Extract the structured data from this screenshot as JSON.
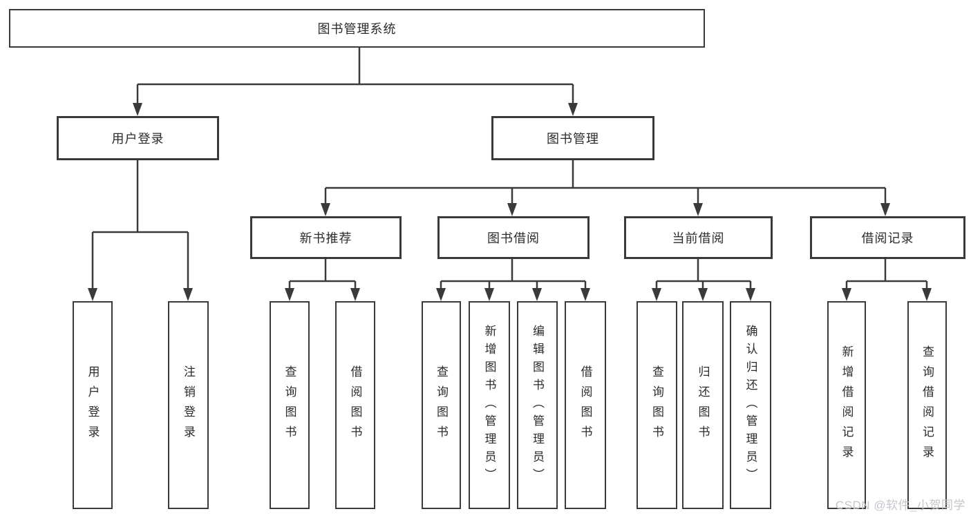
{
  "tree": {
    "label": "图书管理系统",
    "children": [
      {
        "label": "用户登录",
        "children": [
          {
            "label": "用户登录"
          },
          {
            "label": "注销登录"
          }
        ]
      },
      {
        "label": "图书管理",
        "children": [
          {
            "label": "新书推荐",
            "children": [
              {
                "label": "查询图书"
              },
              {
                "label": "借阅图书"
              }
            ]
          },
          {
            "label": "图书借阅",
            "children": [
              {
                "label": "查询图书"
              },
              {
                "label": "新增图书（管理员）"
              },
              {
                "label": "编辑图书（管理员）"
              },
              {
                "label": "借阅图书"
              }
            ]
          },
          {
            "label": "当前借阅",
            "children": [
              {
                "label": "查询图书"
              },
              {
                "label": "归还图书"
              },
              {
                "label": "确认归还（管理员）"
              }
            ]
          },
          {
            "label": "借阅记录",
            "children": [
              {
                "label": "新增借阅记录"
              },
              {
                "label": "查询借阅记录"
              }
            ]
          }
        ]
      }
    ]
  },
  "watermark": {
    "text": "CSDN @软件_小贺同学"
  },
  "colors": {
    "background": "#ffffff",
    "line": "#3a3a3a",
    "box_border": "#3a3a3a",
    "text": "#2b2b2b",
    "watermark_text": "#c3c6ca"
  }
}
